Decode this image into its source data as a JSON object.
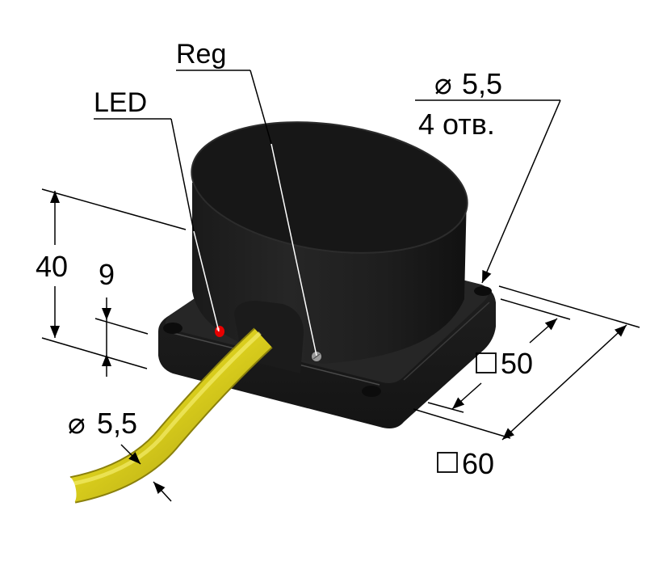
{
  "diagram": {
    "subject": "Inductive proximity sensor, square flange housing",
    "colors": {
      "background": "#ffffff",
      "body": "#1c1c1c",
      "body_top": "#141414",
      "cable": "#d4c81a",
      "led": "#e80000",
      "dimension_lines": "#000000",
      "leader_lines_on_body": "#ffffff"
    },
    "callouts": {
      "reg": "Reg",
      "led": "LED"
    },
    "dimensions": {
      "mount_hole_diameter": "5,5",
      "mount_hole_count": "4 отв.",
      "height_total": "40",
      "flange_height": "9",
      "hole_spacing": "50",
      "flange_size": "60",
      "cable_diameter": "5,5"
    },
    "symbols": {
      "diameter": "⌀",
      "square": "□"
    }
  }
}
